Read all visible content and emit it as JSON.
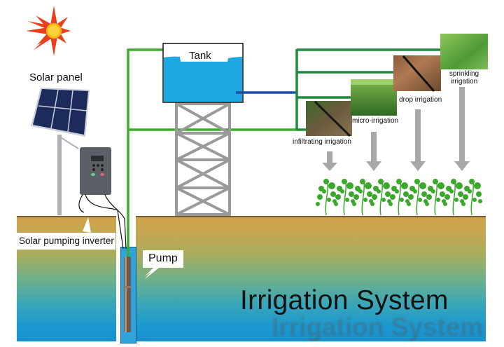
{
  "diagram": {
    "title": "Irrigation System",
    "title_reflection": "Irrigation System",
    "components": {
      "solar_panel": "Solar panel",
      "tank": "Tank",
      "inverter": "Solar pumping inverter",
      "pump": "Pump"
    },
    "irrigation_methods": [
      {
        "label": "infiltrating irrigation"
      },
      {
        "label": "micro-irrigation"
      },
      {
        "label": "drop irrigation"
      },
      {
        "label": "sprinkling irrigation",
        "line1": "sprinkling",
        "line2": "irrigation"
      }
    ],
    "colors": {
      "pipe_green": "#3cae2c",
      "branch_green": "#1e8a3a",
      "tank_water": "#1ea7e0",
      "outlet_blue": "#1b4fa8",
      "soil_top": "#c9a04a",
      "ground_water": "#1a9ad0",
      "tower_grey": "#9a9a9a",
      "arrow_grey": "#a8a8a8",
      "plant_green": "#3aa82a"
    }
  }
}
